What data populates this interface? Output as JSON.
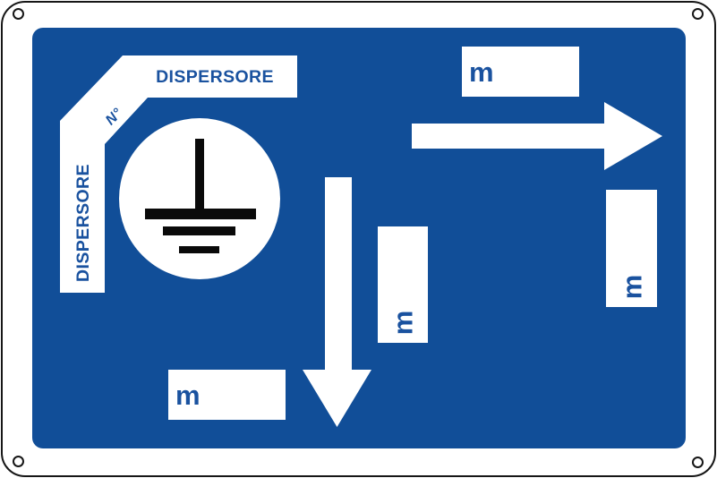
{
  "sign": {
    "band": {
      "label_horizontal": "DISPERSORE",
      "label_vertical": "DISPERSORE",
      "serial_prefix": "N°"
    },
    "distance_boxes": {
      "top": {
        "unit": "m"
      },
      "bottom": {
        "unit": "m"
      },
      "vertical_middle": {
        "unit": "m"
      },
      "vertical_right": {
        "unit": "m"
      }
    },
    "icons": {
      "symbol": "earth-ground-symbol-icon",
      "arrow_right": "arrow-right-icon",
      "arrow_down": "arrow-down-icon",
      "holes": "mounting-hole-icon"
    },
    "colors": {
      "panel_blue": "#114E98",
      "text_blue": "#1A529F",
      "symbol_black": "#0A0A0A",
      "frame_black": "#161616",
      "sign_white": "#FFFFFF"
    }
  }
}
